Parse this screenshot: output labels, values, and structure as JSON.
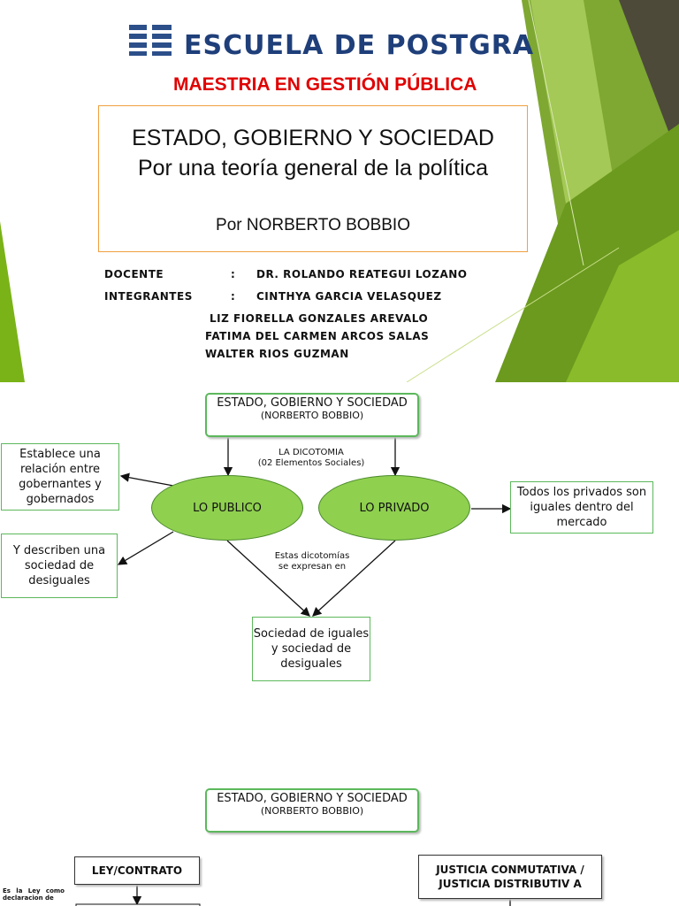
{
  "slide1": {
    "logo_text": "ESCUELA DE POSTGRA",
    "program": "MAESTRIA EN GESTIÓN PÚBLICA",
    "title": "ESTADO, GOBIERNO Y SOCIEDAD",
    "subtitle": "Por una teoría general de la política",
    "author": "Por NORBERTO BOBBIO",
    "docente_label": "DOCENTE",
    "docente_colon": ":",
    "docente_name": "DR. ROLANDO REATEGUI LOZANO",
    "integrantes_label": "INTEGRANTES",
    "integrantes_colon": ":",
    "integrantes": [
      "CINTHYA GARCIA VELASQUEZ",
      "LIZ FIORELLA GONZALES AREVALO",
      "FATIMA DEL CARMEN ARCOS SALAS",
      "WALTER RIOS GUZMAN"
    ],
    "colors": {
      "logo": "#1f3f7a",
      "program": "#e00000",
      "accent_green": "#7ab317"
    }
  },
  "slide2": {
    "header_title": "ESTADO, GOBIERNO Y SOCIEDAD",
    "header_sub": "(NORBERTO BOBBIO)",
    "dicotomia_label": "LA DICOTOMIA\n(02 Elementos Sociales)",
    "publico": "LO PUBLICO",
    "privado": "LO PRIVADO",
    "left_box_1": "Establece una relación entre gobernantes y gobernados",
    "left_box_2": "Y describen una sociedad de desiguales",
    "right_box": "Todos los privados son iguales dentro del mercado",
    "center_label": "Estas dicotomías se expresan en",
    "bottom_box": "Sociedad de iguales y sociedad de desiguales"
  },
  "slide3": {
    "header_title": "ESTADO, GOBIERNO Y SOCIEDAD",
    "header_sub": "(NORBERTO BOBBIO)",
    "ley_box": "LEY/CONTRATO",
    "justicia_box": "JUSTICIA CONMUTATIVA / JUSTICIA DISTRIBUTIV A",
    "tiny_note": "Es la Ley como declaracion de"
  }
}
